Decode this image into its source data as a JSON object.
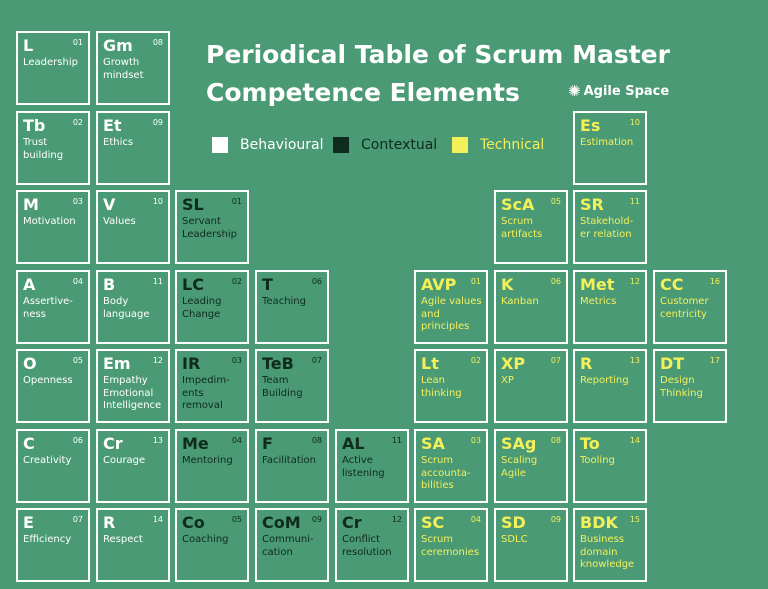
{
  "title": {
    "line1": "Periodical Table of Scrum Master",
    "line2": "Competence Elements"
  },
  "brand": {
    "icon": "agile-space-logo-icon",
    "name": "Agile Space"
  },
  "legend": {
    "behavioural": "Behavioural",
    "contextual": "Contextual",
    "technical": "Technical"
  },
  "colors": {
    "background": "#4a9a76",
    "behavioural": "#ffffff",
    "contextual": "#0f2b1e",
    "technical": "#f4f05a"
  },
  "elements": [
    {
      "id": "l",
      "sym": "L",
      "num": "01",
      "name": "Leadership",
      "cat": "behavioural"
    },
    {
      "id": "gm",
      "sym": "Gm",
      "num": "08",
      "name": "Growth\nmindset",
      "cat": "behavioural"
    },
    {
      "id": "tb",
      "sym": "Tb",
      "num": "02",
      "name": "Trust\nbuilding",
      "cat": "behavioural"
    },
    {
      "id": "et",
      "sym": "Et",
      "num": "09",
      "name": "Ethics",
      "cat": "behavioural"
    },
    {
      "id": "es",
      "sym": "Es",
      "num": "10",
      "name": "Estimation",
      "cat": "technical"
    },
    {
      "id": "m",
      "sym": "M",
      "num": "03",
      "name": "Motivation",
      "cat": "behavioural"
    },
    {
      "id": "v",
      "sym": "V",
      "num": "10",
      "name": "Values",
      "cat": "behavioural"
    },
    {
      "id": "sl",
      "sym": "SL",
      "num": "01",
      "name": "Servant\nLeadership",
      "cat": "contextual"
    },
    {
      "id": "sca",
      "sym": "ScA",
      "num": "05",
      "name": "Scrum\nartifacts",
      "cat": "technical"
    },
    {
      "id": "sr",
      "sym": "SR",
      "num": "11",
      "name": "Stakehold-\ner relation",
      "cat": "technical"
    },
    {
      "id": "a",
      "sym": "A",
      "num": "04",
      "name": "Assertive-\nness",
      "cat": "behavioural"
    },
    {
      "id": "b",
      "sym": "B",
      "num": "11",
      "name": "Body\nlanguage",
      "cat": "behavioural"
    },
    {
      "id": "lc",
      "sym": "LC",
      "num": "02",
      "name": "Leading\nChange",
      "cat": "contextual"
    },
    {
      "id": "t",
      "sym": "T",
      "num": "06",
      "name": "Teaching",
      "cat": "contextual"
    },
    {
      "id": "avp",
      "sym": "AVP",
      "num": "01",
      "name": "Agile values\nand\nprinciples",
      "cat": "technical"
    },
    {
      "id": "k",
      "sym": "K",
      "num": "06",
      "name": "Kanban",
      "cat": "technical"
    },
    {
      "id": "met",
      "sym": "Met",
      "num": "12",
      "name": "Metrics",
      "cat": "technical"
    },
    {
      "id": "cc",
      "sym": "CC",
      "num": "16",
      "name": "Customer\ncentricity",
      "cat": "technical"
    },
    {
      "id": "o",
      "sym": "O",
      "num": "05",
      "name": "Openness",
      "cat": "behavioural"
    },
    {
      "id": "em",
      "sym": "Em",
      "num": "12",
      "name": "Empathy\nEmotional\nIntelligence",
      "cat": "behavioural"
    },
    {
      "id": "ir",
      "sym": "IR",
      "num": "03",
      "name": "Impedim-\nents\nremoval",
      "cat": "contextual"
    },
    {
      "id": "teb",
      "sym": "TeB",
      "num": "07",
      "name": "Team\nBuilding",
      "cat": "contextual"
    },
    {
      "id": "lt",
      "sym": "Lt",
      "num": "02",
      "name": "Lean\nthinking",
      "cat": "technical"
    },
    {
      "id": "xp",
      "sym": "XP",
      "num": "07",
      "name": "XP",
      "cat": "technical"
    },
    {
      "id": "r-reporting",
      "sym": "R",
      "num": "13",
      "name": "Reporting",
      "cat": "technical"
    },
    {
      "id": "dt",
      "sym": "DT",
      "num": "17",
      "name": "Design\nThinking",
      "cat": "technical"
    },
    {
      "id": "c",
      "sym": "C",
      "num": "06",
      "name": "Creativity",
      "cat": "behavioural"
    },
    {
      "id": "cr-courage",
      "sym": "Cr",
      "num": "13",
      "name": "Courage",
      "cat": "behavioural"
    },
    {
      "id": "me",
      "sym": "Me",
      "num": "04",
      "name": "Mentoring",
      "cat": "contextual"
    },
    {
      "id": "f",
      "sym": "F",
      "num": "08",
      "name": "Facilitation",
      "cat": "contextual"
    },
    {
      "id": "al",
      "sym": "AL",
      "num": "11",
      "name": "Active\nlistening",
      "cat": "contextual"
    },
    {
      "id": "sa",
      "sym": "SA",
      "num": "03",
      "name": "Scrum\naccounta-\nbilities",
      "cat": "technical"
    },
    {
      "id": "sag",
      "sym": "SAg",
      "num": "08",
      "name": "Scaling\nAgile",
      "cat": "technical"
    },
    {
      "id": "to",
      "sym": "To",
      "num": "14",
      "name": "Tooling",
      "cat": "technical"
    },
    {
      "id": "e",
      "sym": "E",
      "num": "07",
      "name": "Efficiency",
      "cat": "behavioural"
    },
    {
      "id": "r-respect",
      "sym": "R",
      "num": "14",
      "name": "Respect",
      "cat": "behavioural"
    },
    {
      "id": "co",
      "sym": "Co",
      "num": "05",
      "name": "Coaching",
      "cat": "contextual"
    },
    {
      "id": "com",
      "sym": "CoM",
      "num": "09",
      "name": "Communi-\ncation",
      "cat": "contextual"
    },
    {
      "id": "cr-conflict",
      "sym": "Cr",
      "num": "12",
      "name": "Conflict\nresolution",
      "cat": "contextual"
    },
    {
      "id": "sc",
      "sym": "SC",
      "num": "04",
      "name": "Scrum\nceremonies",
      "cat": "technical"
    },
    {
      "id": "sd",
      "sym": "SD",
      "num": "09",
      "name": "SDLC",
      "cat": "technical"
    },
    {
      "id": "bdk",
      "sym": "BDK",
      "num": "15",
      "name": "Business\ndomain\nknowledge",
      "cat": "technical"
    }
  ]
}
